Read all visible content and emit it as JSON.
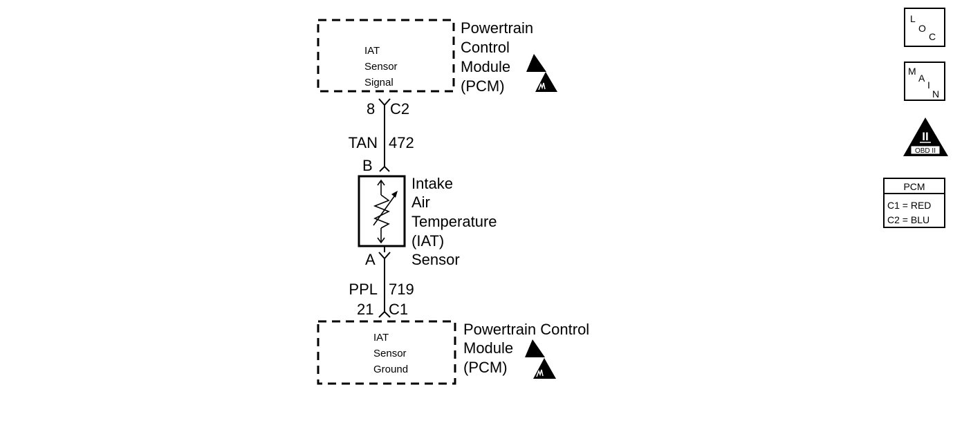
{
  "top_pcm": {
    "box_lines": [
      "IAT",
      "Sensor",
      "Signal"
    ],
    "label_lines": [
      "Powertrain",
      "Control",
      "Module",
      "(PCM)"
    ]
  },
  "top_connector": {
    "pin": "8",
    "connector": "C2"
  },
  "wire_top": {
    "color": "TAN",
    "circuit": "472"
  },
  "sensor": {
    "pin_top": "B",
    "pin_bottom": "A",
    "label_lines": [
      "Intake",
      "Air",
      "Temperature",
      "(IAT)",
      "Sensor"
    ]
  },
  "wire_bottom": {
    "color": "PPL",
    "circuit": "719"
  },
  "bottom_connector": {
    "pin": "21",
    "connector": "C1"
  },
  "bottom_pcm": {
    "box_lines": [
      "IAT",
      "Sensor",
      "Ground"
    ],
    "label_lines": [
      "Powertrain Control",
      "Module",
      "(PCM)"
    ]
  },
  "side_icons": {
    "loc": {
      "letters": [
        "L",
        "O",
        "C"
      ]
    },
    "main": {
      "letters": [
        "M",
        "A",
        "I",
        "N"
      ]
    },
    "obd": {
      "numeral": "II",
      "label": "OBD II"
    },
    "legend": {
      "title": "PCM",
      "rows": [
        "C1 = RED",
        "C2 = BLU"
      ]
    }
  }
}
